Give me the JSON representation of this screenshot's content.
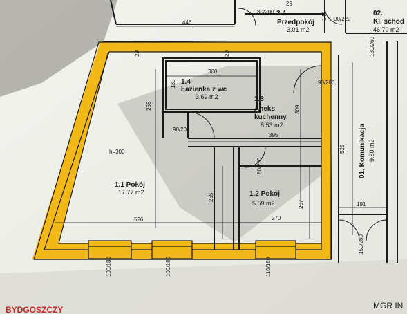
{
  "colors": {
    "wall_highlight": "#f2b817",
    "paper": "#efefea",
    "shadow": "#b9b9b1",
    "line": "#1a1a1a",
    "footer_red": "#c62828"
  },
  "rooms": {
    "r24": {
      "name": "2.4",
      "subname": "Przedpokój",
      "area": "3.01 m2"
    },
    "r02": {
      "name": "02.",
      "subname": "Kl. schod",
      "area": "46.70 m2"
    },
    "r14": {
      "name": "1.4",
      "subname": "Łazienka z wc",
      "area": "3.69 m2"
    },
    "r13": {
      "name": "1.3",
      "subname": "Aneks",
      "subname2": "kuchenny",
      "area": "8.53 m2"
    },
    "r11": {
      "name": "1.1 Pokój",
      "area": "17.77 m2"
    },
    "r12": {
      "name": "1.2 Pokój",
      "area": "5.59 m2"
    },
    "r01": {
      "name": "01. Komunikacja",
      "area": "9.80 m2"
    }
  },
  "dims": {
    "d446": "446",
    "d80_200_top": "80/200",
    "d90_220": "90/220",
    "d144": "144",
    "d300": "300",
    "d139": "139",
    "d268": "268",
    "d309": "309",
    "d395": "395",
    "d90_200_bath": "90/200",
    "d90_200_entry": "90/200",
    "d80_200_room": "80/200",
    "h300": "h=300",
    "d255": "255",
    "d207": "207",
    "d525": "525",
    "d526": "526",
    "d270": "270",
    "d191": "191",
    "d130_260": "130/260",
    "d150_260": "150/260",
    "w1": "100/180",
    "w2": "100/180",
    "w3": "110/180",
    "d29a": "29",
    "d29b": "29"
  },
  "footer": {
    "left": "BYDGOSZCZY",
    "right": "MGR IN"
  }
}
